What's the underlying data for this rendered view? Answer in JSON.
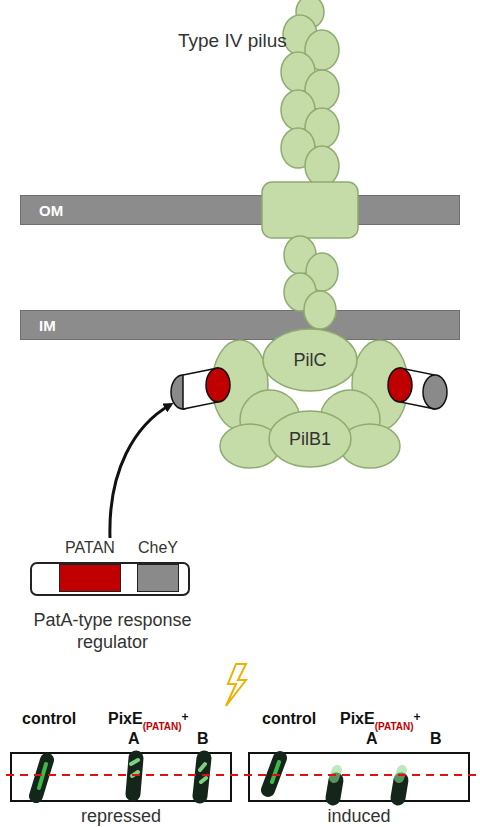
{
  "diagram": {
    "nodes": [
      {
        "text": [
          "OM"
        ]
      },
      {
        "text": [
          "IM"
        ]
      },
      {
        "text": [
          "PilC"
        ]
      },
      {
        "text": [
          "PilB1"
        ]
      },
      {
        "text": [
          "PatA-type response regulator"
        ]
      },
      {
        "text": [
          "PATAN"
        ],
        "in": 4
      },
      {
        "text": [
          "CheY"
        ],
        "in": 4
      },
      {
        "text": [
          "repressed"
        ]
      },
      {
        "text": [
          "induced"
        ]
      }
    ],
    "labels": [
      "Type IV pilus",
      "control",
      "PixE",
      "(PATAN)",
      "+",
      "A",
      "B",
      "control",
      "PixE",
      "(PATAN)",
      "+",
      "A",
      "B"
    ]
  }
}
